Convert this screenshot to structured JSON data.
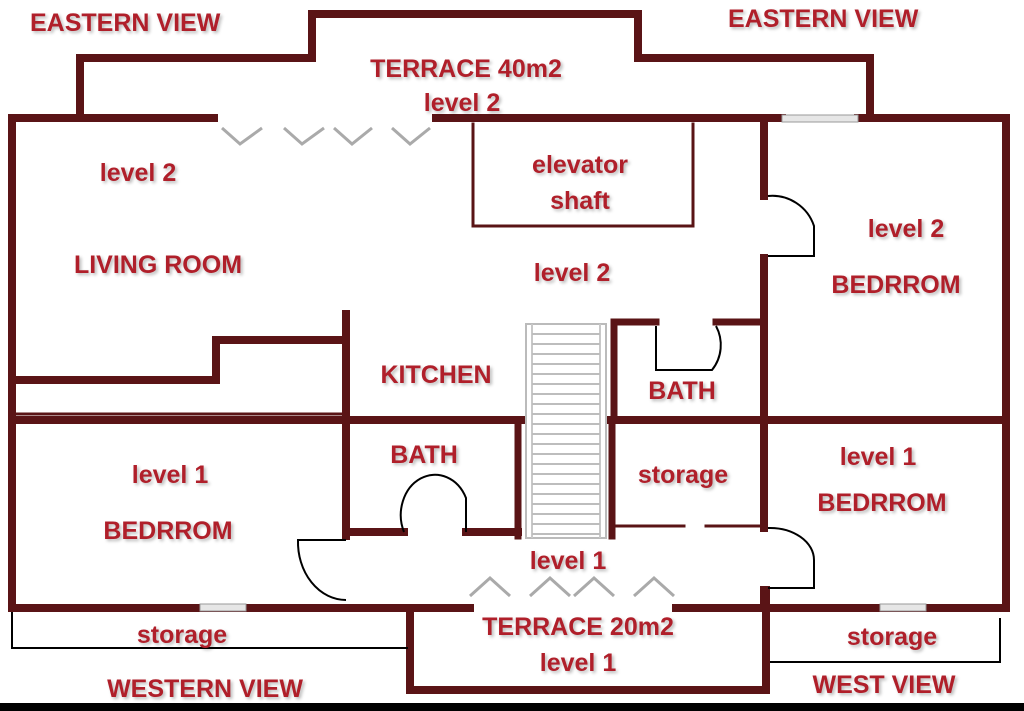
{
  "colors": {
    "wall": "#5a1416",
    "label": "#b01f2a",
    "stairs": "#d9d9d9",
    "door_swing": "#000000",
    "window": "#cfcfcf"
  },
  "icons": {
    "stairs": "stairs-icon",
    "door": "door-swing-icon",
    "window": "window-icon"
  },
  "labels": {
    "eastern_view_left": "EASTERN  VIEW",
    "eastern_view_right": "EASTERN VIEW",
    "terrace_top_name": "TERRACE 40m2",
    "terrace_top_level": "level 2",
    "living_level": "level 2",
    "living_name": "LIVING ROOM",
    "elevator_line1": "elevator",
    "elevator_line2": "shaft",
    "hall_level2": "level 2",
    "bedroom_top_level": "level 2",
    "bedroom_top_name": "BEDRROM",
    "kitchen": "KITCHEN",
    "bath_upper": "BATH",
    "bath_lower": "BATH",
    "storage_mid": "storage",
    "bedroom_left_level": "level 1",
    "bedroom_left_name": "BEDRROM",
    "bedroom_right_level": "level 1",
    "bedroom_right_name": "BEDRROM",
    "hall_level1": "level 1",
    "storage_left": "storage",
    "terrace_bottom_name": "TERRACE 20m2",
    "terrace_bottom_level": "level 1",
    "storage_right": "storage",
    "western_view": "WESTERN VIEW",
    "west_view": "WEST VIEW"
  }
}
